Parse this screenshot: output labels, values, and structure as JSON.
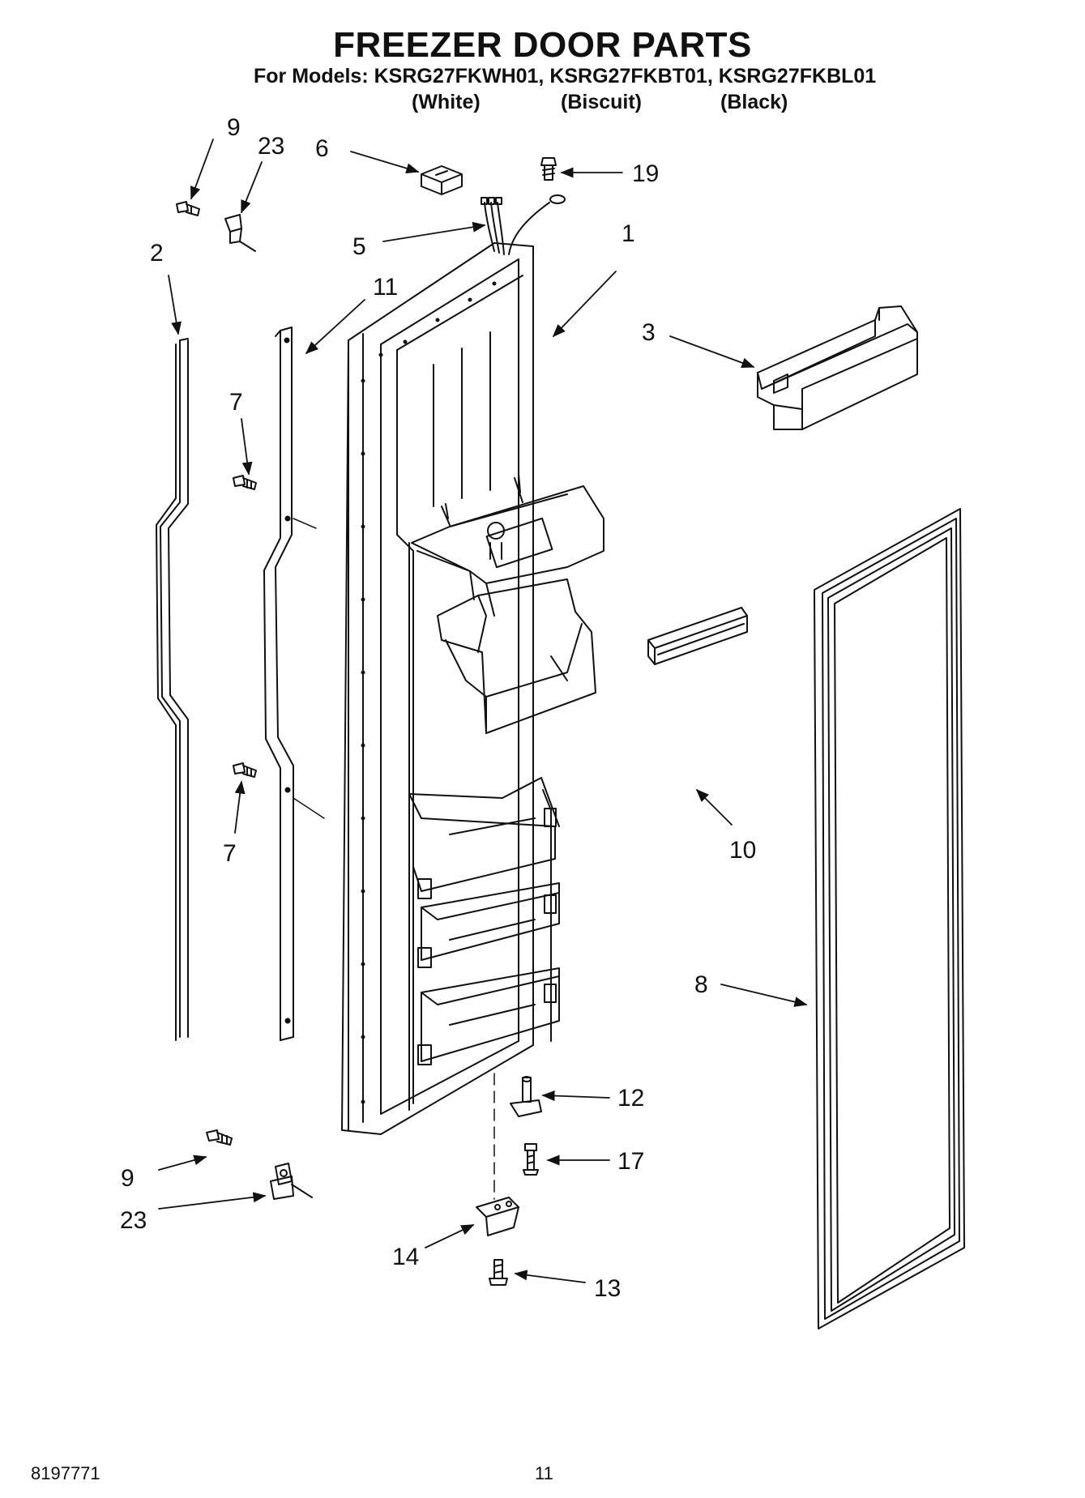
{
  "header": {
    "title": "FREEZER DOOR PARTS",
    "models_line": "For Models: KSRG27FKWH01, KSRG27FKBT01, KSRG27FKBL01",
    "variants": [
      "(White)",
      "(Biscuit)",
      "(Black)"
    ]
  },
  "callouts": {
    "c9_top": "9",
    "c23_top": "23",
    "c6": "6",
    "c19": "19",
    "c5": "5",
    "c2": "2",
    "c11": "11",
    "c1": "1",
    "c3": "3",
    "c7_top": "7",
    "c7_bottom": "7",
    "c10": "10",
    "c8": "8",
    "c12": "12",
    "c17": "17",
    "c9_bottom": "9",
    "c23_bottom": "23",
    "c14": "14",
    "c13": "13"
  },
  "footer": {
    "doc_number": "8197771",
    "page_number": "11"
  }
}
